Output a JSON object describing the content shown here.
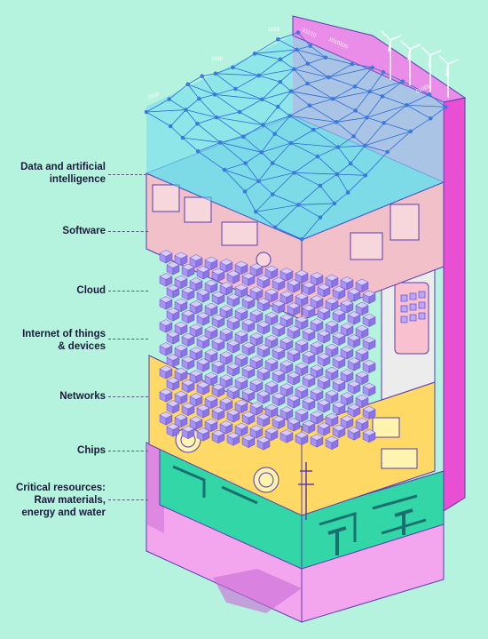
{
  "diagram": {
    "layers": [
      {
        "id": "data",
        "lines": [
          "Data and artificial",
          "intelligence"
        ]
      },
      {
        "id": "software",
        "lines": [
          "Software"
        ]
      },
      {
        "id": "cloud",
        "lines": [
          "Cloud"
        ]
      },
      {
        "id": "iot",
        "lines": [
          "Internet of things",
          "& devices"
        ]
      },
      {
        "id": "networks",
        "lines": [
          "Networks"
        ]
      },
      {
        "id": "chips",
        "lines": [
          "Chips"
        ]
      },
      {
        "id": "resources",
        "lines": [
          "Critical resources:",
          "Raw materials,",
          "energy and water"
        ]
      }
    ],
    "binary_tags": [
      "1010",
      "1010",
      "0110",
      "01010",
      "1010100",
      "01001"
    ],
    "colors": {
      "background": "#b6f3df",
      "data": "#4fc8f0",
      "software": "#f2c0c8",
      "cloud": "#b9a8f5",
      "iot": "#ececec",
      "networks": "#ffd966",
      "chips": "#33d6a6",
      "resources": "#f3a6ee",
      "outline": "#5a3db0"
    }
  }
}
